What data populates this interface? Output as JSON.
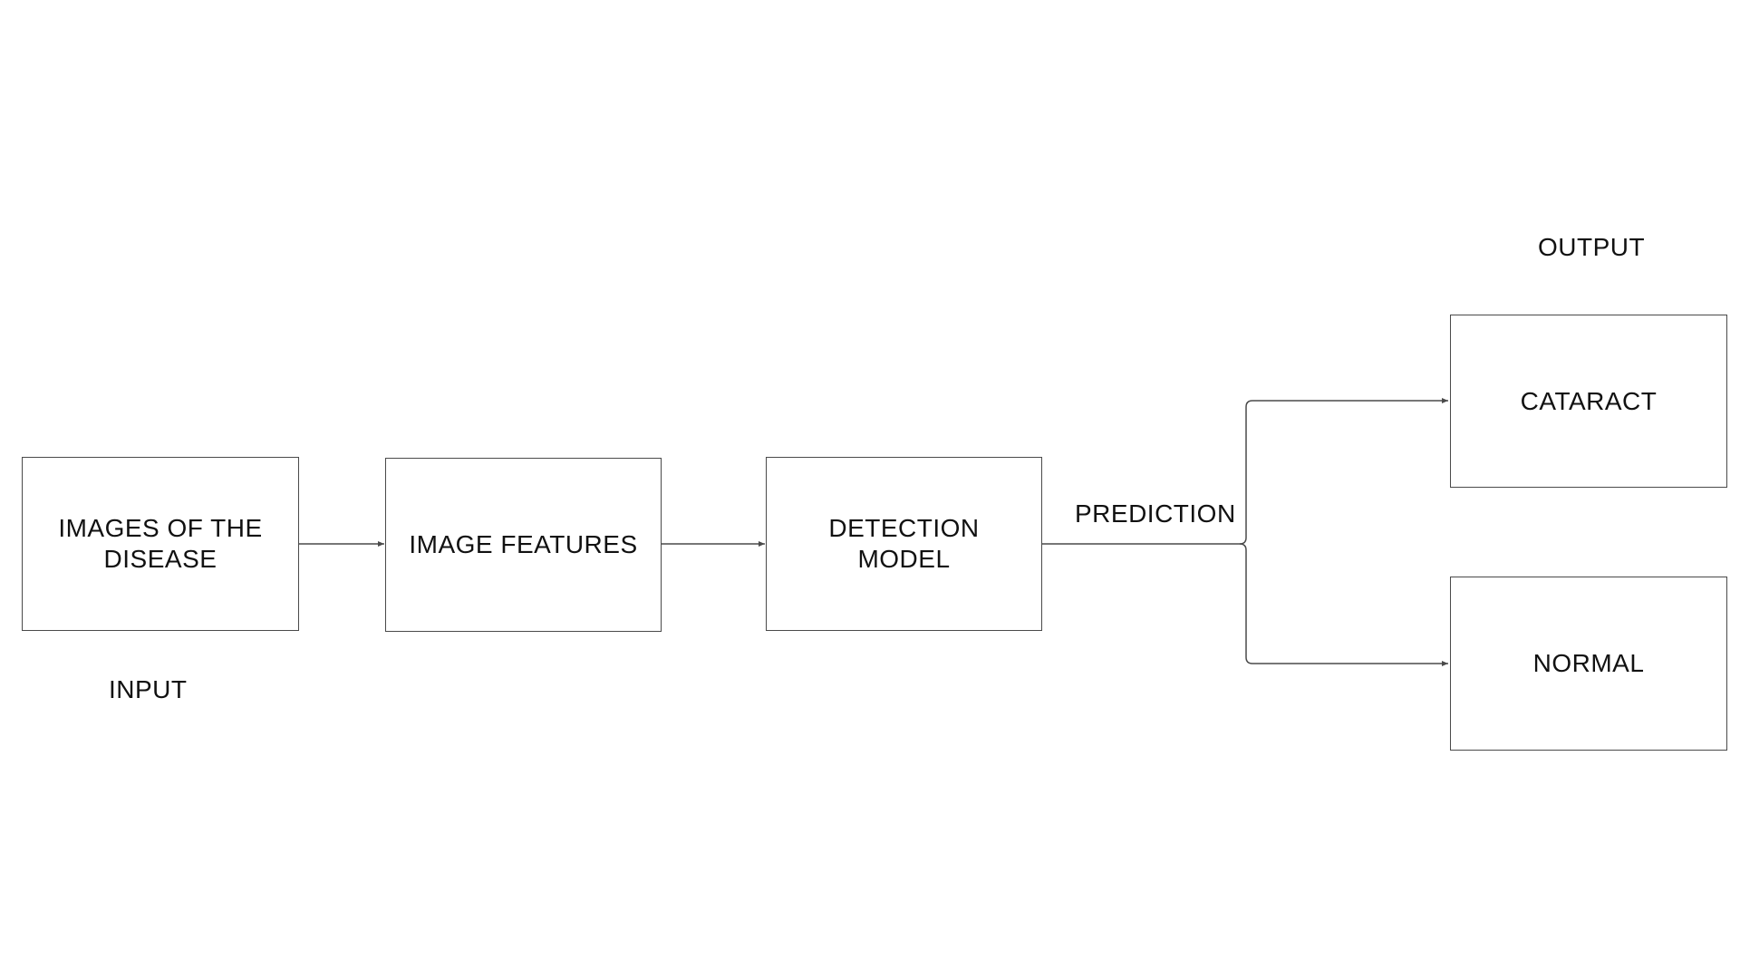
{
  "diagram": {
    "nodes": {
      "input_images": "IMAGES OF THE DISEASE",
      "image_features": "IMAGE FEATURES",
      "detection_model": "DETECTION MODEL",
      "cataract": "CATARACT",
      "normal": "NORMAL"
    },
    "labels": {
      "input": "INPUT",
      "output": "OUTPUT",
      "prediction": "PREDICTION"
    },
    "edges": [
      {
        "from": "IMAGES OF THE DISEASE",
        "to": "IMAGE FEATURES"
      },
      {
        "from": "IMAGE FEATURES",
        "to": "DETECTION MODEL"
      },
      {
        "from": "DETECTION MODEL",
        "to": "CATARACT"
      },
      {
        "from": "DETECTION MODEL",
        "to": "NORMAL"
      }
    ],
    "colors": {
      "stroke": "#4a4a4a",
      "text": "#111111",
      "background": "#ffffff"
    }
  }
}
